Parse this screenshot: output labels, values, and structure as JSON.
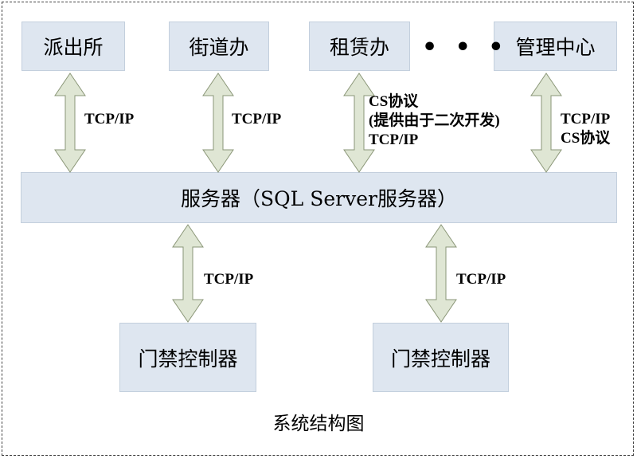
{
  "top_nodes": [
    {
      "label": "派出所"
    },
    {
      "label": "街道办"
    },
    {
      "label": "租赁办"
    },
    {
      "label": "管理中心"
    }
  ],
  "ellipsis": "• • •",
  "server": {
    "label": "服务器（SQL Server服务器）"
  },
  "bottom_nodes": [
    {
      "label": "门禁控制器"
    },
    {
      "label": "门禁控制器"
    }
  ],
  "links": {
    "paichusuo": [
      "TCP/IP"
    ],
    "jiedaoban": [
      "TCP/IP"
    ],
    "zulinban": [
      "CS协议",
      "(提供由于二次开发)",
      "TCP/IP"
    ],
    "guanli": [
      "TCP/IP",
      "CS协议"
    ],
    "menjin_left": [
      "TCP/IP"
    ],
    "menjin_right": [
      "TCP/IP"
    ]
  },
  "caption": "系统结构图",
  "colors": {
    "box_fill": "#dee6f0",
    "box_border": "#c3cfdd",
    "arrow_fill": "#dfe6d4",
    "arrow_stroke": "#8a9677"
  }
}
